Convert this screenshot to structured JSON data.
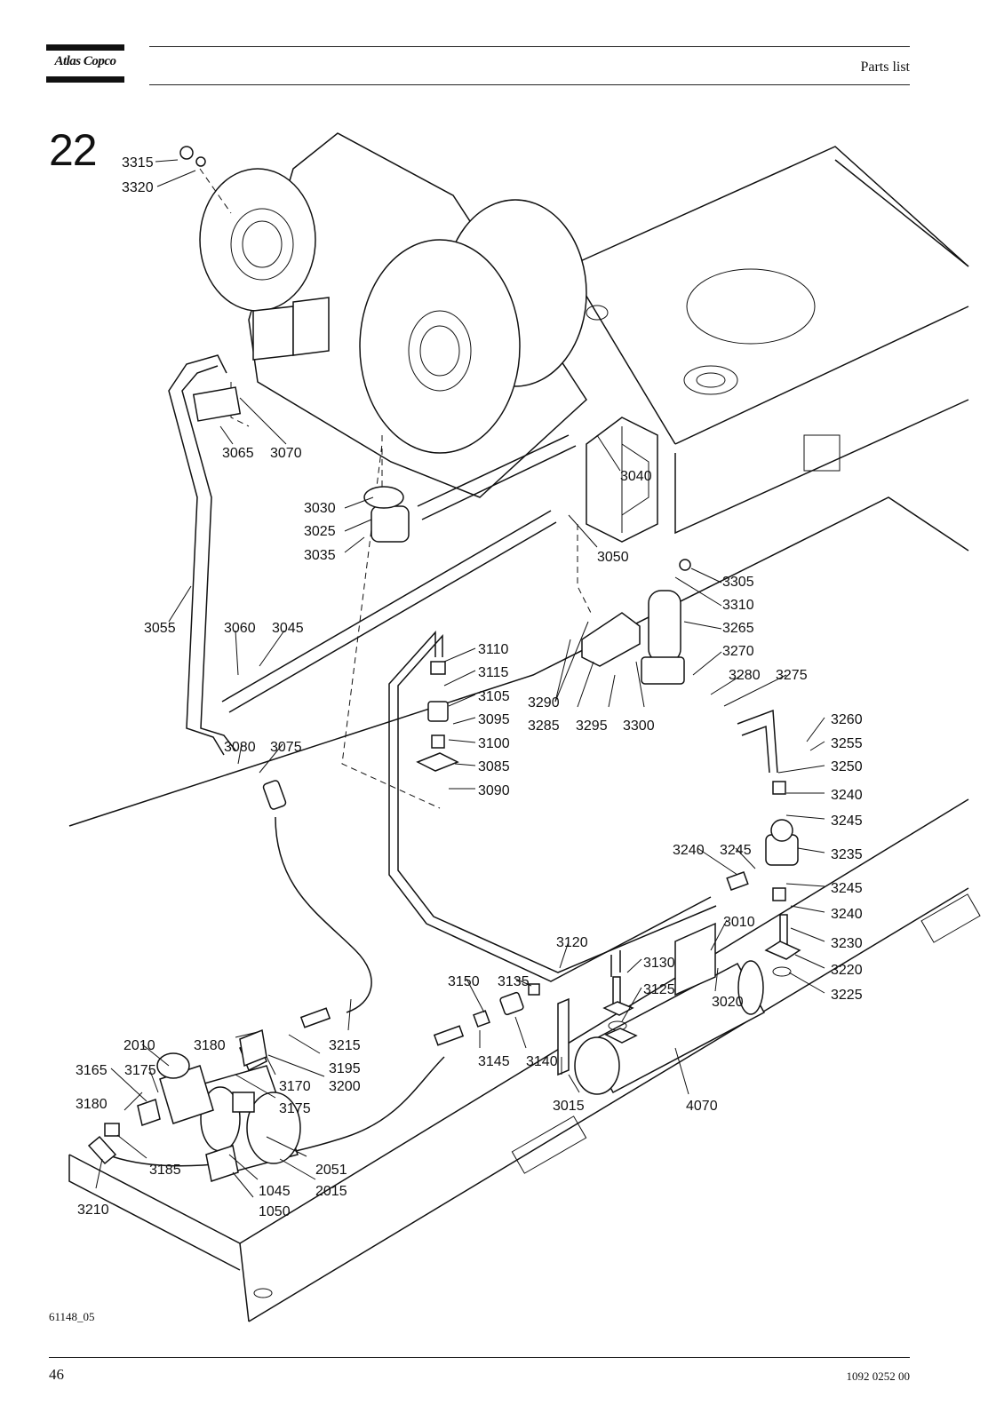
{
  "header": {
    "brand": "Atlas Copco",
    "title": "Parts list"
  },
  "section_number": "22",
  "figure_id": "61148_05",
  "footer": {
    "page_number": "46",
    "document_number": "1092 0252 00"
  },
  "callouts": [
    "3315",
    "3320",
    "3065",
    "3070",
    "3030",
    "3025",
    "3035",
    "3040",
    "3050",
    "3055",
    "3060",
    "3045",
    "3305",
    "3310",
    "3265",
    "3270",
    "3280",
    "3275",
    "3110",
    "3115",
    "3105",
    "3095",
    "3100",
    "3085",
    "3090",
    "3290",
    "3285",
    "3295",
    "3300",
    "3260",
    "3255",
    "3250",
    "3240",
    "3245",
    "3080",
    "3075",
    "3240",
    "3245",
    "3235",
    "3245",
    "3240",
    "3230",
    "3010",
    "3120",
    "3130",
    "3220",
    "3225",
    "3150",
    "3135",
    "3125",
    "3020",
    "2010",
    "3180",
    "3215",
    "3195",
    "3165",
    "3175",
    "3170",
    "3200",
    "3145",
    "3140",
    "3175",
    "3015",
    "4070",
    "3180",
    "3185",
    "2051",
    "3210",
    "1045",
    "2015",
    "1050"
  ]
}
